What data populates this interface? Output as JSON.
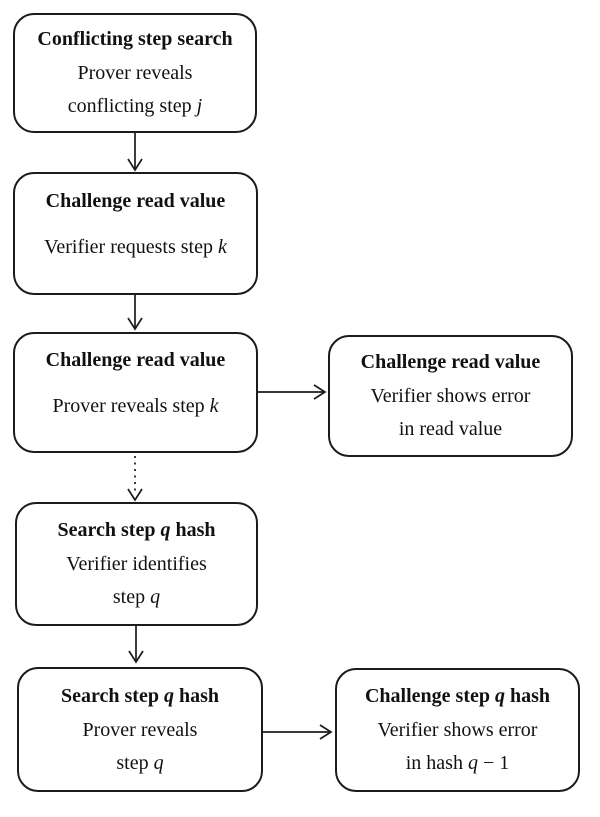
{
  "diagram": {
    "colors": {
      "ink": "#1b1b1b",
      "background": "#ffffff"
    },
    "nodes": [
      {
        "id": "conflicting-step-search",
        "title": [
          {
            "t": "Conflicting step search",
            "v": false
          }
        ],
        "lines": [
          [
            {
              "t": "Prover reveals",
              "v": false
            }
          ],
          [
            {
              "t": "conflicting step ",
              "v": false
            },
            {
              "t": "j",
              "v": true
            }
          ]
        ]
      },
      {
        "id": "challenge-read-value-request",
        "title": [
          {
            "t": "Challenge read value",
            "v": false
          }
        ],
        "lines": [
          [
            {
              "t": "Verifier requests step ",
              "v": false
            },
            {
              "t": "k",
              "v": true
            }
          ]
        ]
      },
      {
        "id": "challenge-read-value-reveal",
        "title": [
          {
            "t": "Challenge read value",
            "v": false
          }
        ],
        "lines": [
          [
            {
              "t": "Prover reveals step ",
              "v": false
            },
            {
              "t": "k",
              "v": true
            }
          ]
        ]
      },
      {
        "id": "challenge-read-value-error",
        "title": [
          {
            "t": "Challenge read value",
            "v": false
          }
        ],
        "lines": [
          [
            {
              "t": "Verifier shows error",
              "v": false
            }
          ],
          [
            {
              "t": "in read value",
              "v": false
            }
          ]
        ]
      },
      {
        "id": "search-step-q-hash-identify",
        "title": [
          {
            "t": "Search step ",
            "v": false
          },
          {
            "t": "q",
            "v": true
          },
          {
            "t": " hash",
            "v": false
          }
        ],
        "lines": [
          [
            {
              "t": "Verifier identifies",
              "v": false
            }
          ],
          [
            {
              "t": "step ",
              "v": false
            },
            {
              "t": "q",
              "v": true
            }
          ]
        ]
      },
      {
        "id": "search-step-q-hash-reveal",
        "title": [
          {
            "t": "Search step ",
            "v": false
          },
          {
            "t": "q",
            "v": true
          },
          {
            "t": " hash",
            "v": false
          }
        ],
        "lines": [
          [
            {
              "t": "Prover reveals",
              "v": false
            }
          ],
          [
            {
              "t": "step ",
              "v": false
            },
            {
              "t": "q",
              "v": true
            }
          ]
        ]
      },
      {
        "id": "challenge-step-q-hash-error",
        "title": [
          {
            "t": "Challenge step ",
            "v": false
          },
          {
            "t": "q",
            "v": true
          },
          {
            "t": " hash",
            "v": false
          }
        ],
        "lines": [
          [
            {
              "t": "Verifier shows error",
              "v": false
            }
          ],
          [
            {
              "t": "in hash ",
              "v": false
            },
            {
              "t": "q",
              "v": true
            },
            {
              "t": " − 1",
              "v": false
            }
          ]
        ]
      }
    ],
    "arrows": [
      {
        "from": "conflicting-step-search",
        "to": "challenge-read-value-request",
        "style": "solid",
        "direction": "down"
      },
      {
        "from": "challenge-read-value-request",
        "to": "challenge-read-value-reveal",
        "style": "solid",
        "direction": "down"
      },
      {
        "from": "challenge-read-value-reveal",
        "to": "challenge-read-value-error",
        "style": "solid",
        "direction": "right"
      },
      {
        "from": "challenge-read-value-reveal",
        "to": "search-step-q-hash-identify",
        "style": "dotted",
        "direction": "down"
      },
      {
        "from": "search-step-q-hash-identify",
        "to": "search-step-q-hash-reveal",
        "style": "solid",
        "direction": "down"
      },
      {
        "from": "search-step-q-hash-reveal",
        "to": "challenge-step-q-hash-error",
        "style": "solid",
        "direction": "right"
      }
    ]
  }
}
